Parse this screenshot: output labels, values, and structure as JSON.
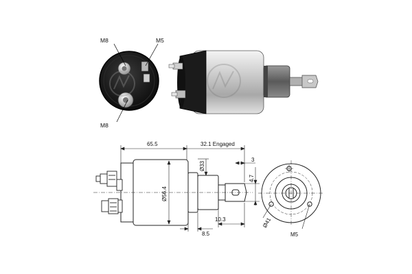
{
  "photo_callouts": {
    "m8_top": "M8",
    "m5_top": "M5",
    "m8_bottom": "M8"
  },
  "dimensions": {
    "overall_length": "65.5",
    "engaged_travel": "32.1 Engaged",
    "body_diameter": "Ø56.4",
    "nose_diameter": "Ø33",
    "tip_offset": "3",
    "tip_width": "4.7",
    "plunger_length": "10.3",
    "nose_length": "8.5"
  },
  "end_view": {
    "bolt_circle": "Ø41",
    "hole_thread": "M5"
  },
  "colors": {
    "line": "#222222",
    "body_dark": "#1a1a1a",
    "metal_light": "#d8d8d8",
    "metal_mid": "#9a9a9a"
  }
}
